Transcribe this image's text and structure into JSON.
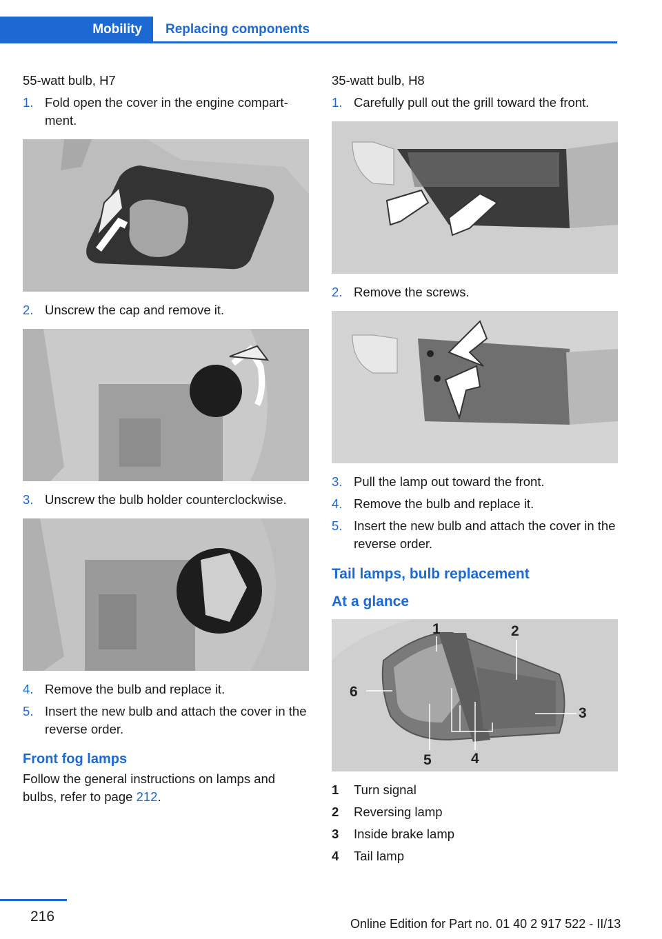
{
  "header": {
    "section": "Mobility",
    "subsection": "Replacing components"
  },
  "left": {
    "intro": "55-watt bulb, H7",
    "steps1": [
      {
        "num": "1.",
        "text": "Fold open the cover in the engine compart­ment."
      }
    ],
    "step2": {
      "num": "2.",
      "text": "Unscrew the cap and remove it."
    },
    "step3": {
      "num": "3.",
      "text": "Unscrew the bulb holder counterclockwise."
    },
    "step4": {
      "num": "4.",
      "text": "Remove the bulb and replace it."
    },
    "step5": {
      "num": "5.",
      "text": "Insert the new bulb and attach the cover in the reverse order."
    },
    "fog_heading": "Front fog lamps",
    "fog_text_pre": "Follow the general instructions on lamps and bulbs, refer to page ",
    "fog_link": "212",
    "fog_text_post": "."
  },
  "right": {
    "intro": "35-watt bulb, H8",
    "step1": {
      "num": "1.",
      "text": "Carefully pull out the grill toward the front."
    },
    "step2": {
      "num": "2.",
      "text": "Remove the screws."
    },
    "step3": {
      "num": "3.",
      "text": "Pull the lamp out toward the front."
    },
    "step4": {
      "num": "4.",
      "text": "Remove the bulb and replace it."
    },
    "step5": {
      "num": "5.",
      "text": "Insert the new bulb and attach the cover in the reverse order."
    },
    "tail_heading": "Tail lamps, bulb replacement",
    "glance_heading": "At a glance",
    "callouts": [
      "1",
      "2",
      "3",
      "4",
      "5",
      "6"
    ],
    "legend": [
      {
        "n": "1",
        "label": "Turn signal"
      },
      {
        "n": "2",
        "label": "Reversing lamp"
      },
      {
        "n": "3",
        "label": "Inside brake lamp"
      },
      {
        "n": "4",
        "label": "Tail lamp"
      }
    ]
  },
  "footer": {
    "page": "216",
    "edition": "Online Edition for Part no. 01 40 2 917 522 - II/13"
  },
  "colors": {
    "accent": "#1c69d4"
  }
}
